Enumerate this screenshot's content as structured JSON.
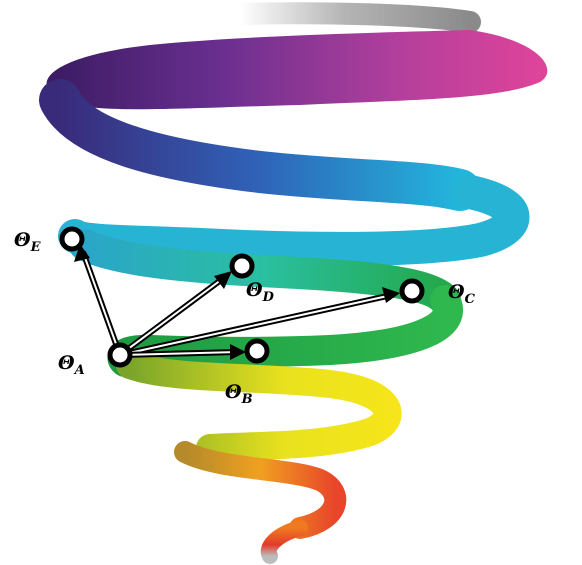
{
  "diagram": {
    "nodes": [
      {
        "id": "A",
        "symbol": "Θ",
        "subscript": "A"
      },
      {
        "id": "B",
        "symbol": "Θ",
        "subscript": "B"
      },
      {
        "id": "C",
        "symbol": "Θ",
        "subscript": "C"
      },
      {
        "id": "D",
        "symbol": "Θ",
        "subscript": "D"
      },
      {
        "id": "E",
        "symbol": "Θ",
        "subscript": "E"
      }
    ],
    "edges": [
      {
        "from": "A",
        "to": "B"
      },
      {
        "from": "A",
        "to": "C"
      },
      {
        "from": "A",
        "to": "D"
      },
      {
        "from": "A",
        "to": "E"
      }
    ],
    "spiral_colors": [
      "#8a8a8a",
      "#d8358f",
      "#4a1f7a",
      "#23b5d6",
      "#1fa84a",
      "#f2e21a",
      "#e8452a"
    ]
  }
}
